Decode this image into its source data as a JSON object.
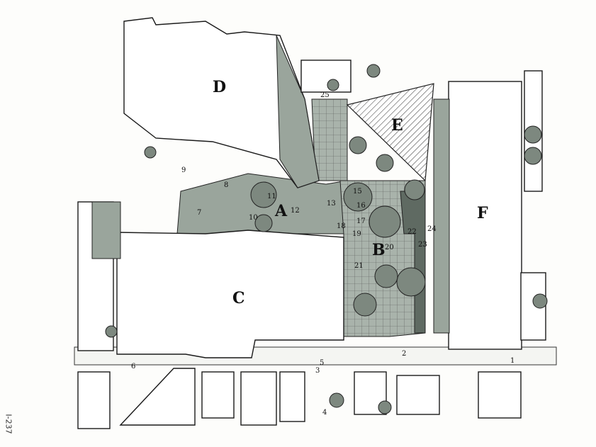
{
  "buildings": {
    "a": "A",
    "b": "B",
    "c": "C",
    "d": "D",
    "e": "E",
    "f": "F"
  },
  "numbers": [
    "1",
    "2",
    "3",
    "4",
    "5",
    "6",
    "7",
    "8",
    "9",
    "10",
    "11",
    "12",
    "13",
    "15",
    "16",
    "17",
    "18",
    "19",
    "20",
    "21",
    "22",
    "23",
    "24",
    "25"
  ],
  "page_number": "I-237",
  "colors": {
    "ink": "#1a1a1a",
    "wash": "#9aa59c",
    "paper": "#fdfdfb"
  }
}
